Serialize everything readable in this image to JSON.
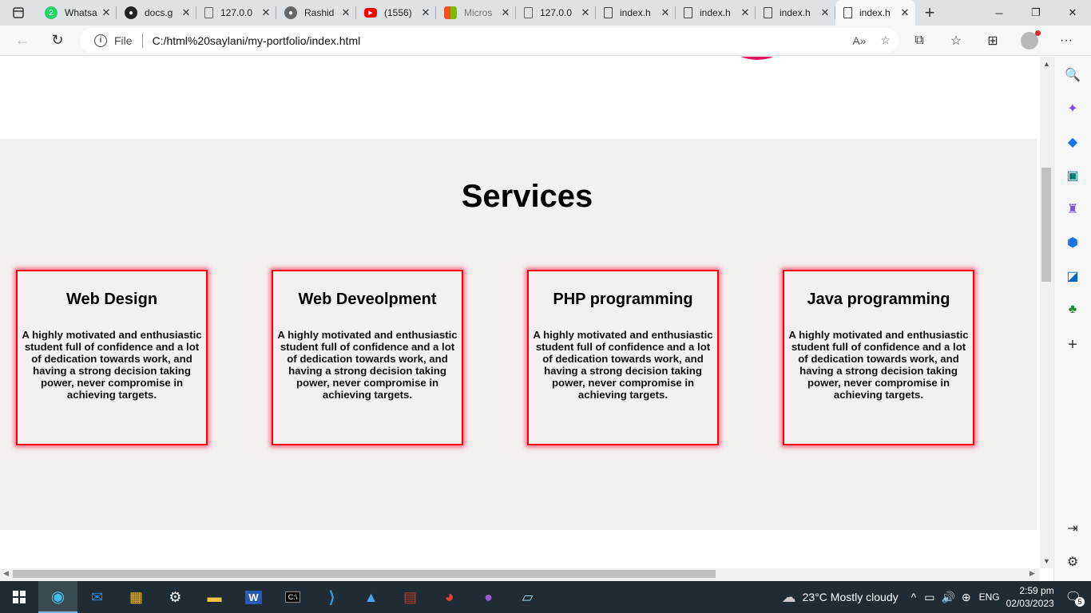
{
  "tabs": [
    {
      "title": "Whatsa",
      "icon": "whatsapp-icon",
      "badge": "2"
    },
    {
      "title": "docs.g",
      "icon": "github-docs-icon"
    },
    {
      "title": "127.0.0",
      "icon": "page-icon"
    },
    {
      "title": "Rashid",
      "icon": "github-icon"
    },
    {
      "title": "(1556)",
      "icon": "youtube-icon"
    },
    {
      "title": "Micros",
      "icon": "microsoft-icon"
    },
    {
      "title": "127.0.0",
      "icon": "page-icon"
    },
    {
      "title": "index.h",
      "icon": "page-icon"
    },
    {
      "title": "index.h",
      "icon": "page-icon"
    },
    {
      "title": "index.h",
      "icon": "page-icon"
    },
    {
      "title": "index.h",
      "icon": "page-icon",
      "active": true
    }
  ],
  "address": {
    "scheme_label": "File",
    "url": "C:/html%20saylani/my-portfolio/index.html"
  },
  "page": {
    "services_heading": "Services",
    "cards": [
      {
        "title": "Web Design",
        "text": "A highly motivated and enthusiastic student full of confidence and a lot of dedication towards work, and having a strong decision taking power, never compromise in achieving targets."
      },
      {
        "title": "Web Deveolpment",
        "text": "A highly motivated and enthusiastic student full of confidence and a lot of dedication towards work, and having a strong decision taking power, never compromise in achieving targets."
      },
      {
        "title": "PHP programming",
        "text": "A highly motivated and enthusiastic student full of confidence and a lot of dedication towards work, and having a strong decision taking power, never compromise in achieving targets."
      },
      {
        "title": "Java programming",
        "text": "A highly motivated and enthusiastic student full of confidence and a lot of dedication towards work, and having a strong decision taking power, never compromise in achieving targets."
      }
    ],
    "accent_color": "#ff0000"
  },
  "taskbar": {
    "weather": "23°C  Mostly cloudy",
    "language": "ENG",
    "time": "2:59 pm",
    "date": "02/03/2023",
    "notifications": "5"
  }
}
